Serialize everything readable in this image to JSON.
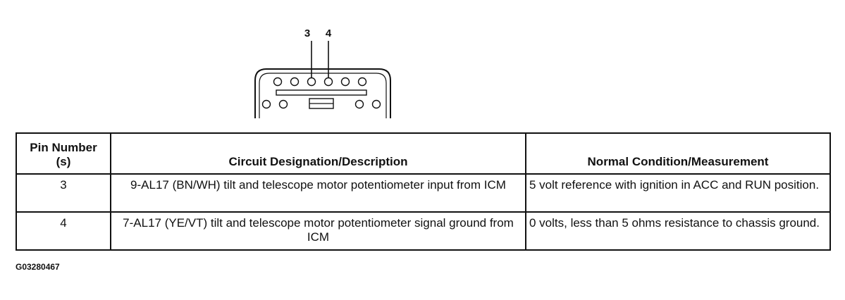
{
  "connector": {
    "pin_labels": [
      "3",
      "4"
    ]
  },
  "table": {
    "headers": [
      "Pin Number (s)",
      "Circuit Designation/Description",
      "Normal Condition/Measurement"
    ],
    "rows": [
      {
        "pin": "3",
        "description": "9-AL17 (BN/WH) tilt and telescope motor potentiometer input from ICM",
        "measurement": "5 volt reference with ignition in ACC and RUN position."
      },
      {
        "pin": "4",
        "description": "7-AL17 (YE/VT) tilt and telescope motor potentiometer signal ground from ICM",
        "measurement": "0 volts, less than 5 ohms resistance to chassis ground."
      }
    ]
  },
  "figure_id": "G03280467"
}
